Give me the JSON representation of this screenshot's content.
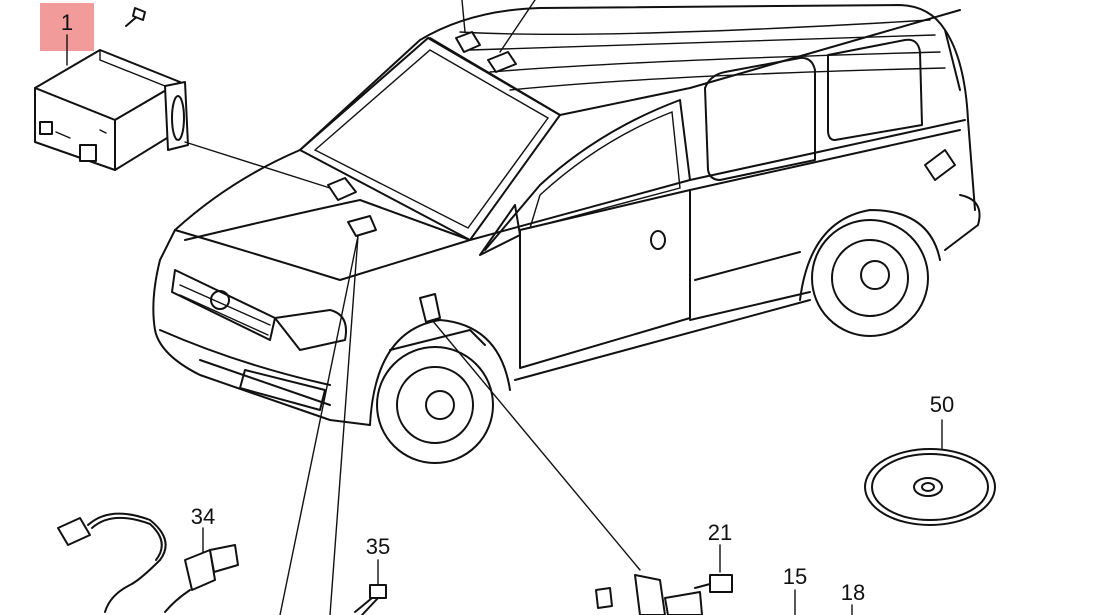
{
  "labels": {
    "part_1": "1",
    "part_15": "15",
    "part_18": "18",
    "part_21": "21",
    "part_34": "34",
    "part_35": "35",
    "part_50": "50"
  },
  "colors": {
    "highlight": "#f08a8a",
    "line": "#111111",
    "background": "#ffffff"
  }
}
